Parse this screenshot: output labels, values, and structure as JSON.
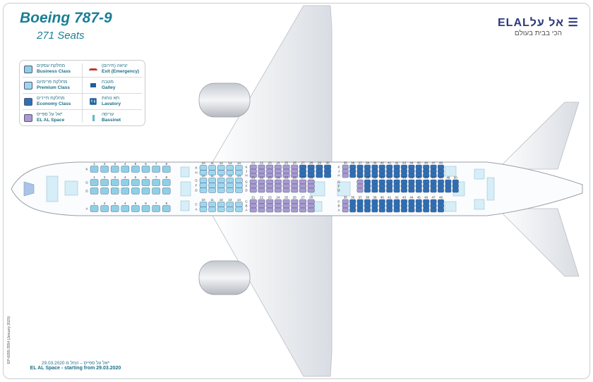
{
  "header": {
    "title": "Boeing 787-9",
    "subtitle": "271 Seats"
  },
  "logo": {
    "text": "ELAL",
    "hebrew": "אל על",
    "tagline": "הכי בבית בעולם"
  },
  "legend": [
    {
      "he": "מחלקת עסקים",
      "en": "Business Class",
      "icon": "business-seat-icon",
      "color": "#8fd0e6"
    },
    {
      "he": "יציאה (חירום)",
      "en": "Exit (Emergency)",
      "icon": "exit-icon",
      "color": "#c0392b"
    },
    {
      "he": "מחלקת פרימיום",
      "en": "Premium Class",
      "icon": "premium-seat-icon",
      "color": "#9dd7ee"
    },
    {
      "he": "מטבח",
      "en": "Galley",
      "icon": "galley-icon",
      "color": "#1e5f9a"
    },
    {
      "he": "מחלקת תיירים",
      "en": "Economy Class",
      "icon": "economy-seat-icon",
      "color": "#2f6fb3"
    },
    {
      "he": "תא נוחות",
      "en": "Lavatory",
      "icon": "lavatory-icon",
      "color": "#1e5f9a"
    },
    {
      "he": "*אל על ספייס",
      "en": "EL AL Space",
      "icon": "elal-space-seat-icon",
      "color": "#a99ad0"
    },
    {
      "he": "עריסה",
      "en": "Bassinet",
      "icon": "bassinet-icon",
      "color": "#5fb9c9"
    }
  ],
  "footer": {
    "he": "*אל על ספייס – החל מ 29.03.2020",
    "en": "EL AL Space - starting from 29.03.2020",
    "code": "EP-6055-3554  (January 2020)"
  },
  "colors": {
    "business": "#8fd0e6",
    "premium": "#9dd7ee",
    "economy": "#2f6fb3",
    "space": "#a99ad0",
    "accent": "#1a7f96"
  },
  "cabins": [
    {
      "class": "business",
      "sections": [
        {
          "letters": [
            "K"
          ],
          "rows": [
            1,
            2,
            3,
            4,
            5,
            6,
            7,
            8
          ]
        },
        {
          "letters": [
            "G",
            "D"
          ],
          "rows": [
            1,
            2,
            3,
            4,
            5,
            6,
            7,
            8
          ]
        },
        {
          "letters": [
            "A"
          ],
          "rows": [
            1,
            2,
            3,
            4,
            5,
            6,
            7,
            8
          ]
        }
      ]
    },
    {
      "class": "premium",
      "sections": [
        {
          "letters": [
            "K",
            "H"
          ],
          "rows": [
            10,
            11,
            12,
            13,
            14
          ]
        },
        {
          "letters": [
            "G",
            "F",
            "D"
          ],
          "rows": [
            10,
            11,
            12,
            13,
            14
          ]
        },
        {
          "letters": [
            "C",
            "A"
          ],
          "rows": [
            10,
            11,
            12,
            13,
            14
          ]
        }
      ]
    },
    {
      "class": "economy-front",
      "sections": [
        {
          "letters": [
            "K",
            "J",
            "H"
          ],
          "rows": [
            21,
            22,
            23,
            24,
            25,
            26,
            27,
            28,
            29,
            30
          ],
          "space_rows": [
            21,
            22,
            23,
            24,
            25,
            26
          ]
        },
        {
          "letters": [
            "G",
            "F",
            "D"
          ],
          "rows": [
            21,
            22,
            23,
            24,
            25,
            26,
            27,
            28
          ],
          "space_rows": [
            21,
            22,
            23,
            24,
            25,
            26,
            27,
            28
          ]
        },
        {
          "letters": [
            "C",
            "B",
            "A"
          ],
          "rows": [
            21,
            22,
            23,
            24,
            25,
            26,
            27,
            28
          ],
          "space_rows": [
            21,
            22,
            23,
            24,
            25,
            26,
            27,
            28
          ]
        }
      ]
    },
    {
      "class": "economy-rear",
      "sections": [
        {
          "letters": [
            "K",
            "J",
            "H"
          ],
          "rows": [
            35,
            36,
            37,
            38,
            39,
            40,
            41,
            42,
            43,
            44,
            45,
            46,
            47,
            48
          ],
          "space_rows": [
            35
          ]
        },
        {
          "letters": [
            "G",
            "F",
            "D"
          ],
          "rows": [
            37,
            38,
            39,
            40,
            41,
            42,
            43,
            44,
            45,
            46,
            47,
            48,
            49,
            50
          ],
          "space_rows": [
            37
          ]
        },
        {
          "letters": [
            "C",
            "B",
            "A"
          ],
          "rows": [
            35,
            36,
            37,
            38,
            39,
            40,
            41,
            42,
            43,
            44,
            45,
            46,
            47,
            48
          ],
          "space_rows": [
            35
          ]
        }
      ]
    }
  ]
}
